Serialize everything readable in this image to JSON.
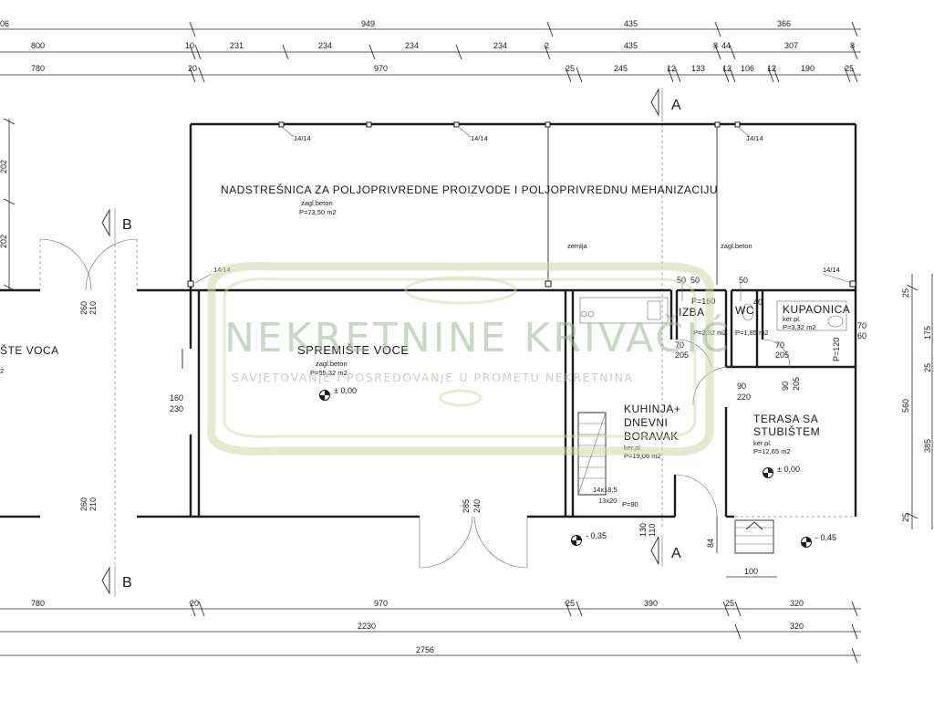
{
  "title": "NADSTREŠNICA ZA POLJOPRIVREDNE PROIZVODE I POLJOPRIVREDNU MEHANIZACIJU",
  "watermark": {
    "name": "NEKRETNINE KRIVAČIĆ",
    "tagline": "SAVJETOVANJE I POSREDOVANJE U PROMETU NEKRETNINA",
    "color": "#9fb69a"
  },
  "rooms": {
    "canopy": {
      "name": "NADSTREŠNICA ZA POLJOPRIVREDNE PROIZVODE I POLJOPRIVREDNU MEHANIZACIJU",
      "floor": "zagl.beton",
      "area": "P=73,50 m2"
    },
    "storage_left": {
      "name": "ŠTE VOCA",
      "area": "2"
    },
    "storage": {
      "name": "SPREMIŠTE VOCE",
      "floor": "zagl.beton",
      "area": "P=55,32 m2"
    },
    "izba": {
      "name": "IZBA",
      "area": "P=2,32 m2"
    },
    "wc": {
      "name": "WC",
      "area": "P=1,85 m2"
    },
    "bathroom": {
      "name": "KUPAONICA",
      "floor": "ker.pl.",
      "area": "P=3,32 m2"
    },
    "kitchen": {
      "name1": "KUHINJA+",
      "name2": "DNEVNI",
      "name3": "BORAVAK",
      "floor": "ker.pl.",
      "area": "P=19,06 m2"
    },
    "terrace": {
      "name1": "TERASA SA",
      "name2": "STUBIŠTEM",
      "floor": "ker.pl.",
      "area": "P=12,65 m2"
    }
  },
  "notes": {
    "zemlja": "zemlja",
    "zagl_beton": "zagl.beton",
    "post": "14/14",
    "stair1": "14x18,5",
    "stair2": "13x20",
    "door_p90": "P=90"
  },
  "sections": {
    "a": "A",
    "b": "B"
  },
  "levels": {
    "storage": "± 0,00",
    "terrace": "± 0,00",
    "ext_left": "- 0,35",
    "ext_right": "- 0,45"
  },
  "dims": {
    "r1": [
      "06",
      "949",
      "435",
      "366"
    ],
    "r2": [
      "800",
      "10",
      "231",
      "234",
      "234",
      "234",
      "2",
      "435",
      "8",
      "44",
      "307",
      "8"
    ],
    "r3": [
      "780",
      "20",
      "970",
      "25",
      "245",
      "12",
      "133",
      "12",
      "106",
      "12",
      "190",
      "25"
    ],
    "b1": [
      "780",
      "20",
      "970",
      "25",
      "390",
      "25",
      "320"
    ],
    "b2": [
      "2230",
      "320"
    ],
    "b3": [
      "2756"
    ],
    "door_izba": [
      "P=160",
      "50",
      "50"
    ],
    "door_wc": [
      "50",
      "40"
    ],
    "izba_door": [
      "70",
      "205"
    ],
    "wc_door": [
      "70",
      "205"
    ],
    "bath_door": [
      "P=120",
      "70",
      "60"
    ],
    "kit_door1": [
      "90",
      "220"
    ],
    "kit_door2": [
      "90",
      "205"
    ],
    "left_wall": [
      "260",
      "210"
    ],
    "left_wall2": [
      "260",
      "210"
    ],
    "mid_wall": [
      "160",
      "230"
    ],
    "mid_door": [
      "285",
      "240"
    ],
    "ext_door": [
      "130",
      "110"
    ],
    "step": [
      "84"
    ],
    "stair_w": [
      "100"
    ],
    "left_col": [
      "202",
      "202"
    ],
    "right_col": [
      "25",
      "175",
      "25",
      "560",
      "385",
      "25"
    ]
  }
}
